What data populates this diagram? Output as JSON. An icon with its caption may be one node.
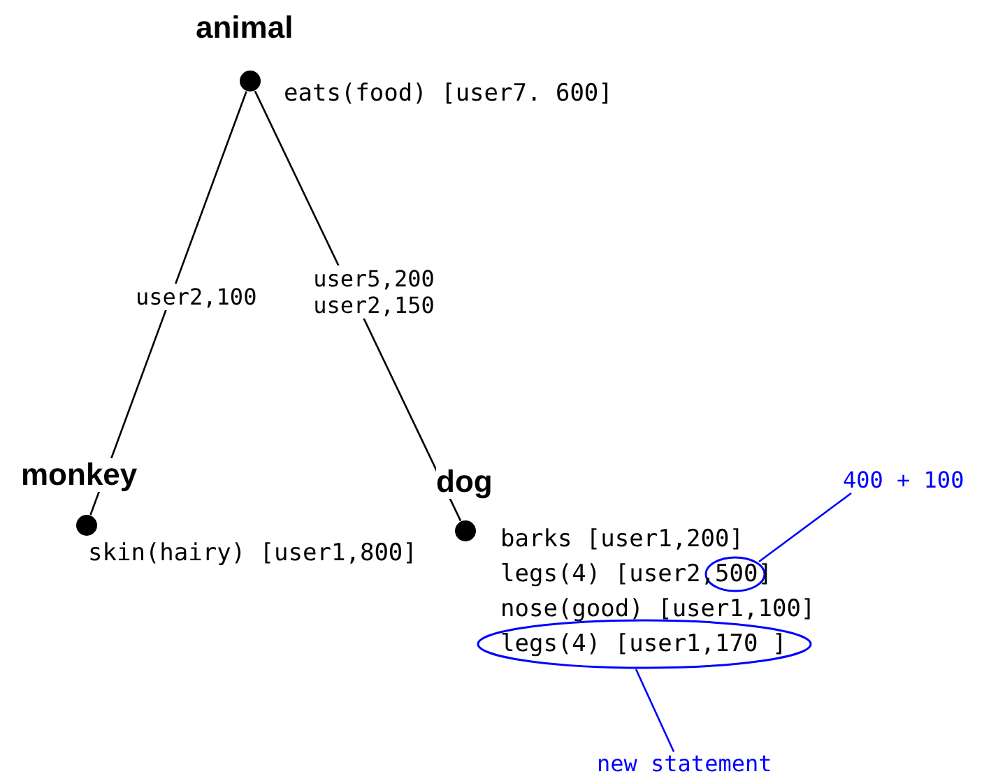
{
  "diagram": {
    "nodes": [
      {
        "text": [
          "animal"
        ],
        "beside": [
          "eats(food) [user7. 600]"
        ]
      },
      {
        "text": [
          "monkey"
        ],
        "beside": [
          "skin(hairy) [user1,800]"
        ]
      },
      {
        "text": [
          "dog"
        ],
        "beside": [
          "barks [user1,200]",
          "legs(4) [user2,500]",
          "nose(good) [user1,100]"
        ]
      },
      {
        "text": [
          "400 + 100"
        ]
      },
      {
        "text": [
          "new statement"
        ]
      },
      {
        "text": [],
        "shape": "ellipse"
      },
      {
        "text": [
          "legs(4) [user1,170 ]"
        ]
      }
    ],
    "edges": [
      {
        "from": 0,
        "to": 1,
        "label": "user2,100",
        "arrow": "none"
      },
      {
        "from": 0,
        "to": 2,
        "label": "user5,200 user2,150",
        "arrow": "none"
      },
      {
        "from": 3,
        "to": 5,
        "arrow": "none",
        "color": "#0000ff"
      },
      {
        "from": 6,
        "to": 4,
        "arrow": "none",
        "color": "#0000ff"
      }
    ]
  }
}
